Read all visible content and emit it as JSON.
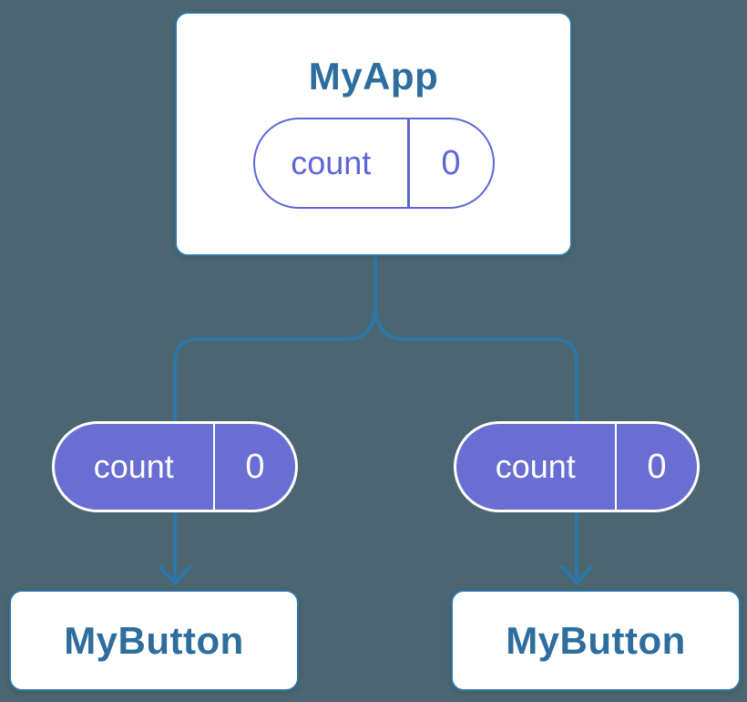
{
  "colors": {
    "background": "#4B6670",
    "card_fill": "#FFFFFF",
    "card_border": "#2E76A6",
    "connector": "#2E76A6",
    "title_text": "#2D6E9E",
    "state_pill_fill": "#696ED3",
    "state_pill_outline": "#5E66D6",
    "state_pill_text_filled": "#FFFFFF"
  },
  "diagram": {
    "type": "component-tree",
    "root": {
      "title": "MyApp",
      "state": {
        "name": "count",
        "value": "0"
      }
    },
    "children": [
      {
        "title": "MyButton",
        "prop": {
          "name": "count",
          "value": "0"
        }
      },
      {
        "title": "MyButton",
        "prop": {
          "name": "count",
          "value": "0"
        }
      }
    ]
  }
}
